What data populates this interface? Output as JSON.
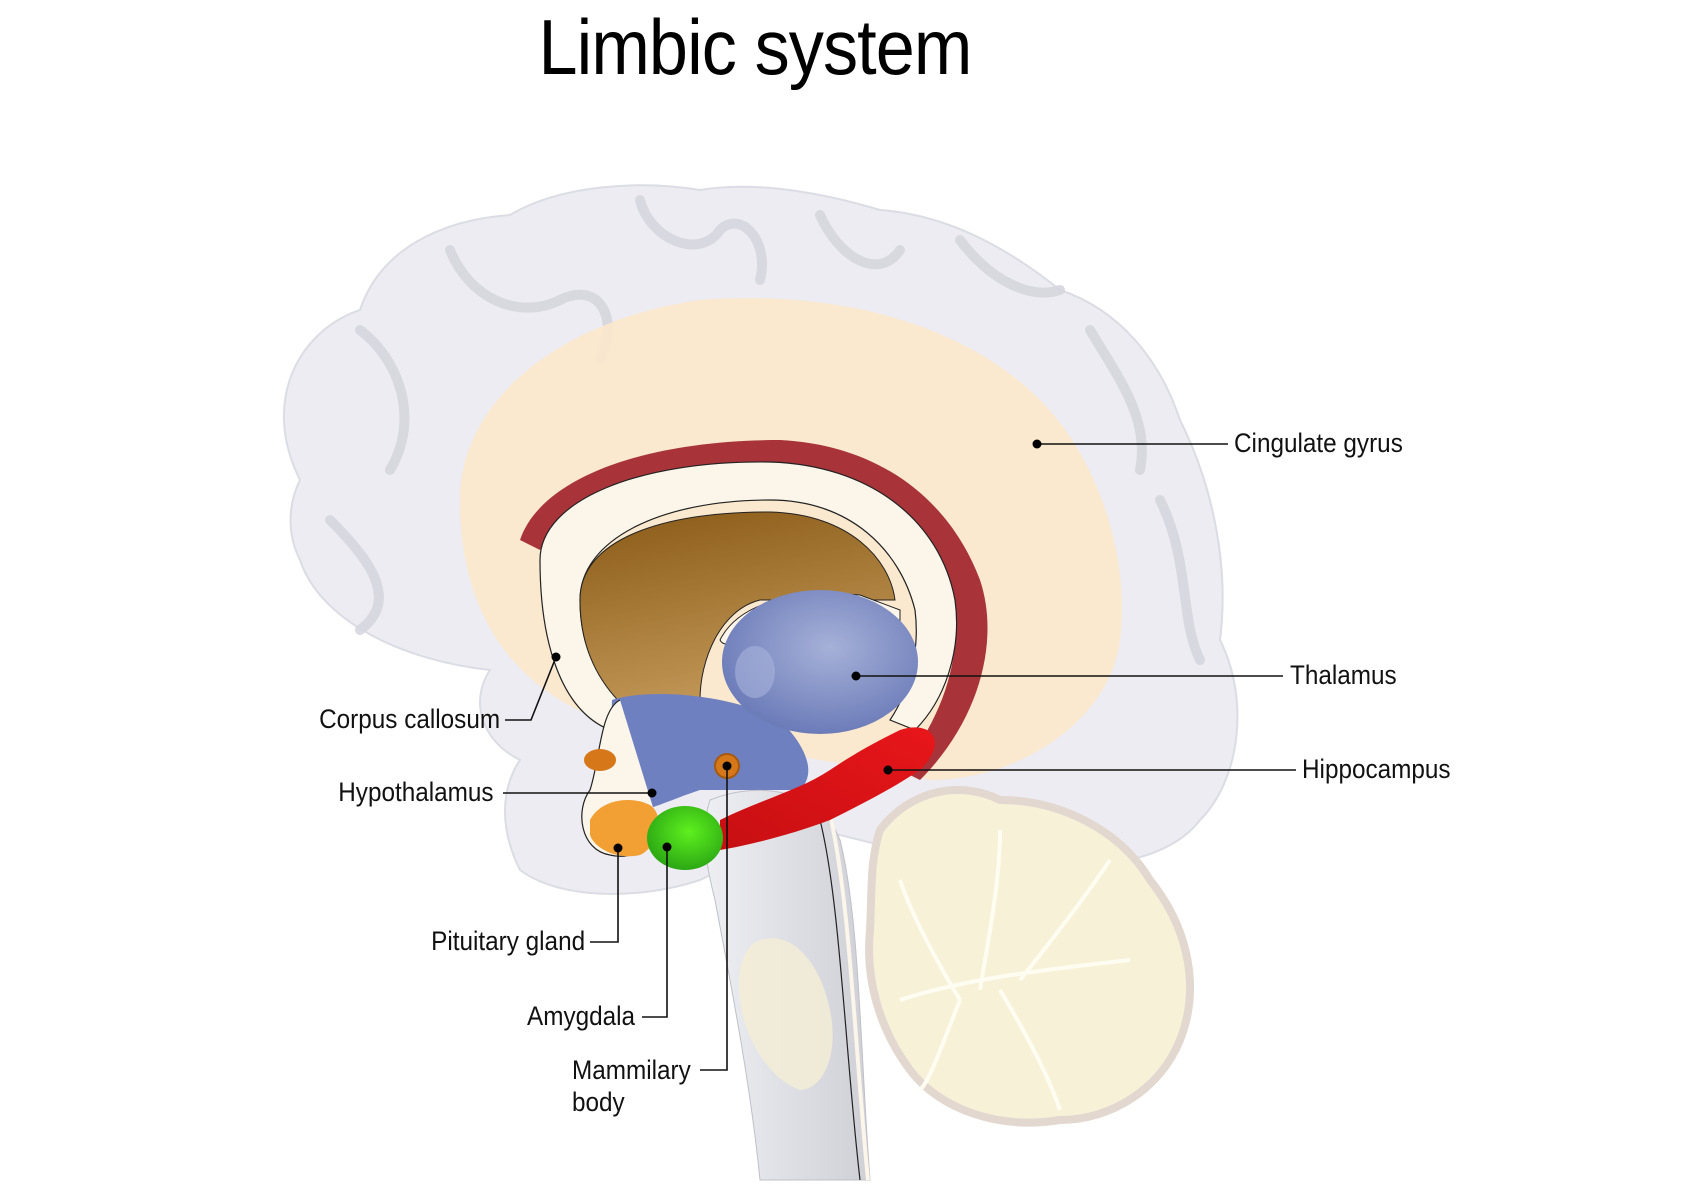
{
  "title": "Limbic system",
  "labels": {
    "cingulate_gyrus": "Cingulate gyrus",
    "thalamus": "Thalamus",
    "hippocampus": "Hippocampus",
    "corpus_callosum": "Corpus callosum",
    "hypothalamus": "Hypothalamus",
    "pituitary_gland": "Pituitary gland",
    "amygdala": "Amygdala",
    "mammilary_body_line1": "Mammilary",
    "mammilary_body_line2": "body"
  },
  "colors": {
    "cortex": "#ececf2",
    "cingulate_gyrus": "#fbe8cc",
    "corpus_callosum": "#fbf5ea",
    "fornix_red": "#a8343a",
    "ventricle_brown": "#9a6a28",
    "thalamus_blue": "#7f8fc4",
    "hypothalamus_blue": "#6f80c0",
    "hippocampus_red": "#d6161a",
    "amygdala_green": "#3fcc1c",
    "pituitary_orange": "#f2a033",
    "mammillary_orange": "#d6781a",
    "cerebellum": "#f7f1d8",
    "brainstem": "#dcdde3"
  }
}
